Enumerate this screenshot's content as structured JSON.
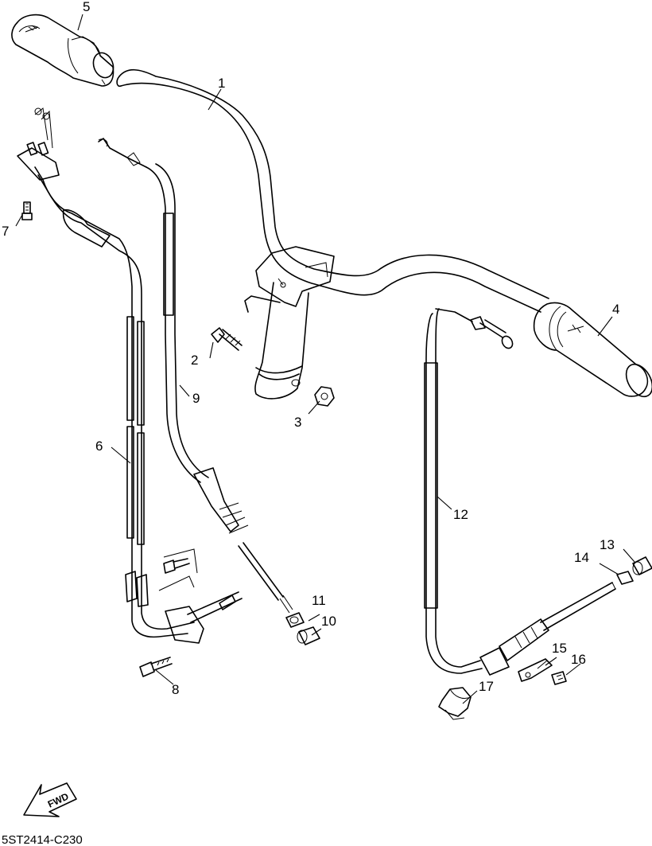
{
  "diagram": {
    "drawing_code": "5ST2414-C230",
    "fwd_label": "FWD",
    "callouts": [
      "1",
      "2",
      "3",
      "4",
      "5",
      "6",
      "7",
      "8",
      "9",
      "10",
      "11",
      "12",
      "13",
      "14",
      "15",
      "16",
      "17"
    ]
  }
}
